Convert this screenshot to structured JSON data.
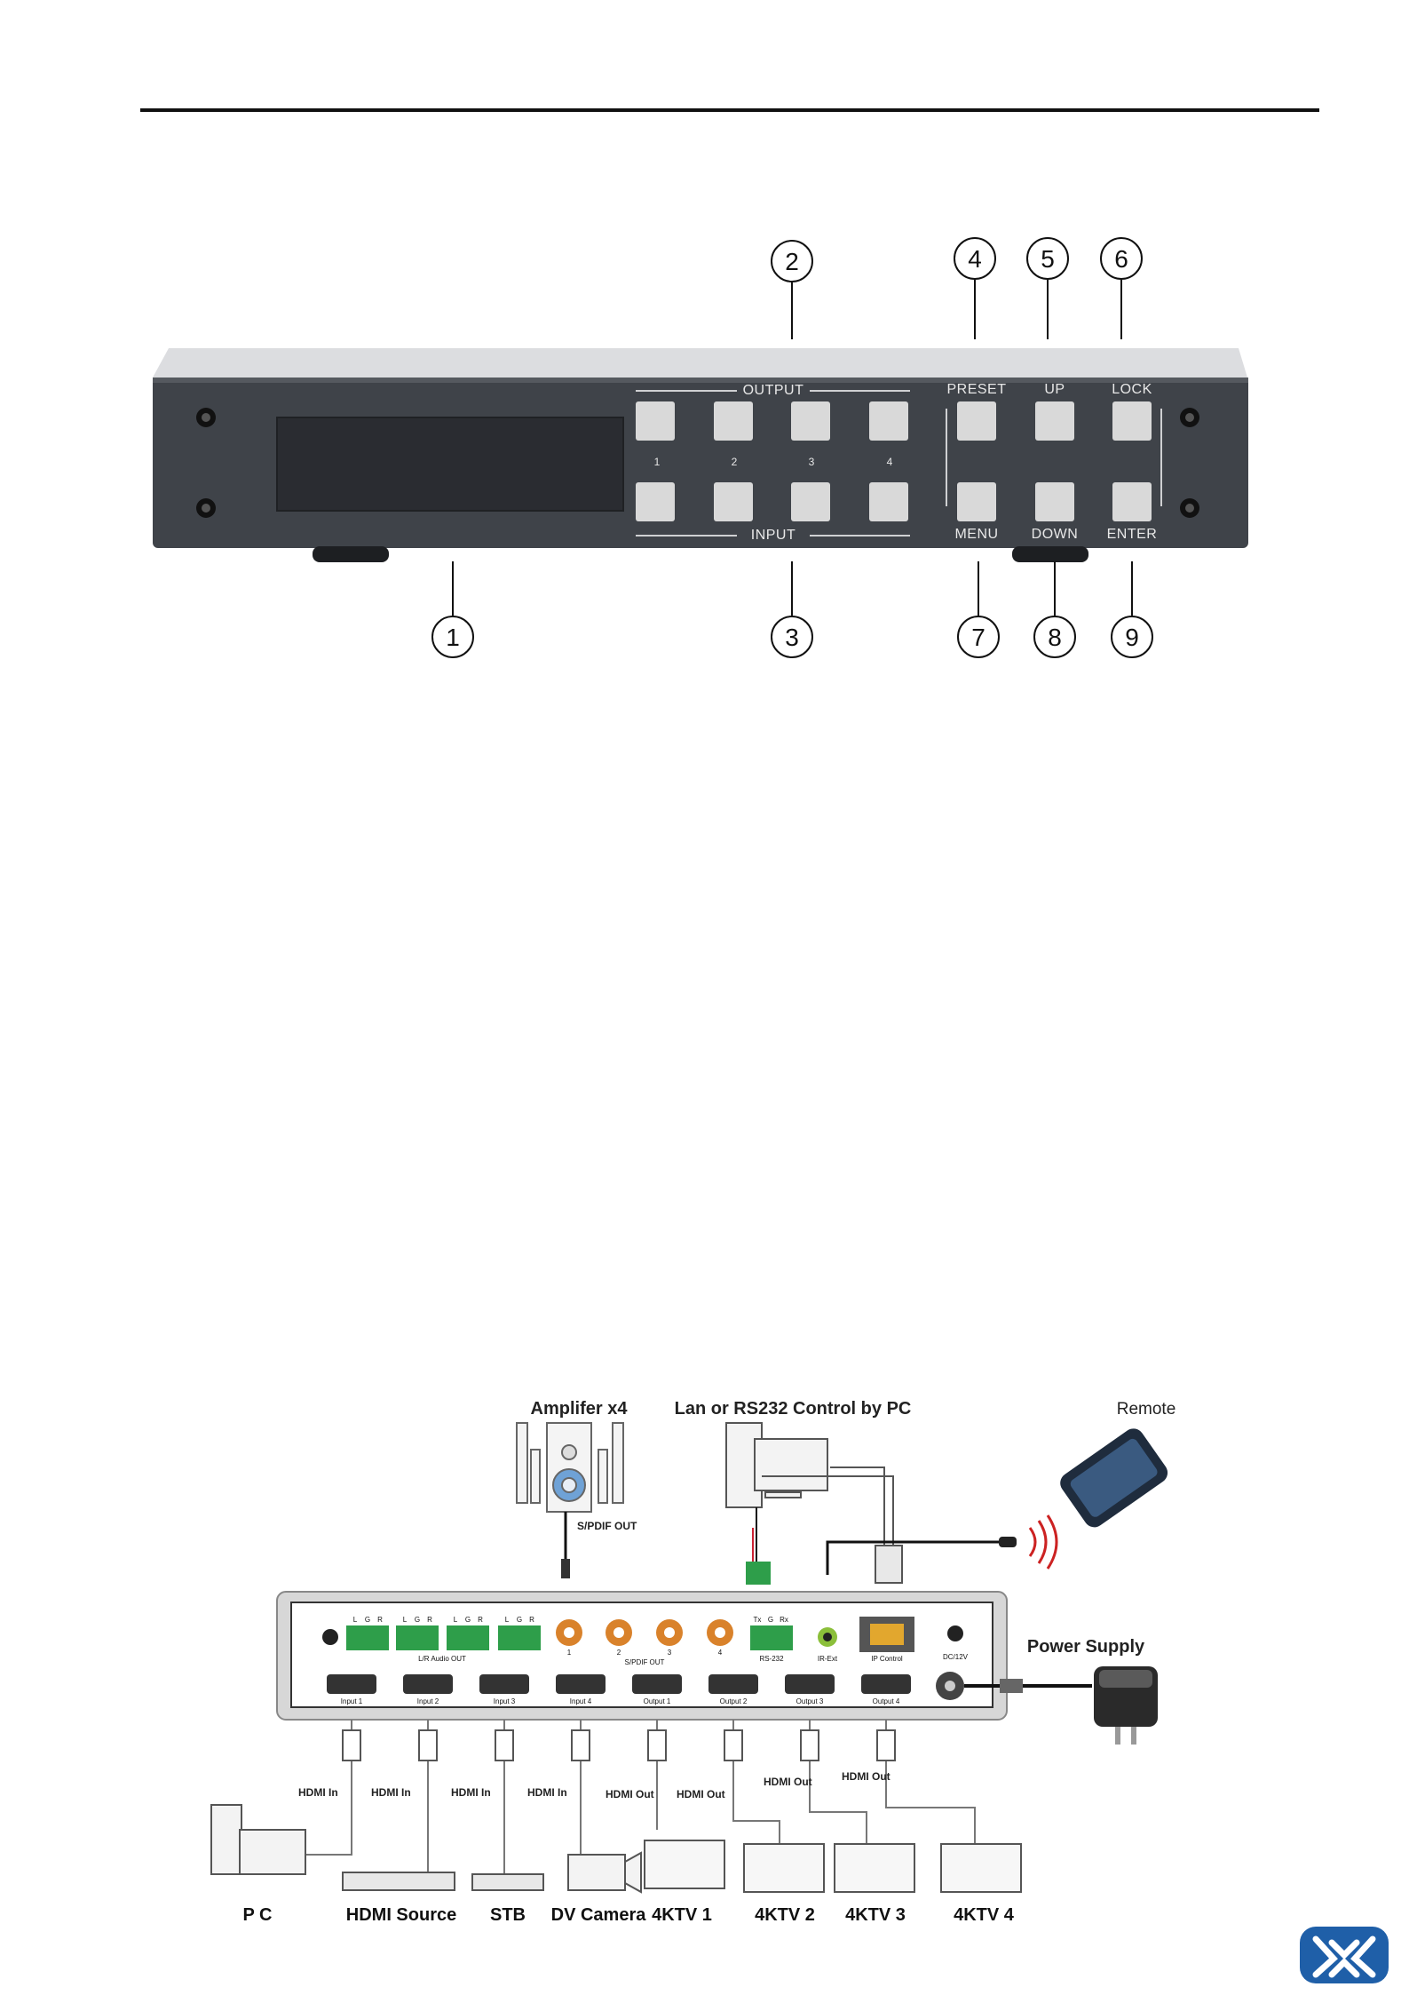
{
  "front_panel": {
    "callouts": [
      "1",
      "2",
      "3",
      "4",
      "5",
      "6",
      "7",
      "8",
      "9"
    ],
    "labels": {
      "output": "OUTPUT",
      "input": "INPUT",
      "preset": "PRESET",
      "up": "UP",
      "lock": "LOCK",
      "menu": "MENU",
      "down": "DOWN",
      "enter": "ENTER"
    },
    "output_numbers": [
      "1",
      "2",
      "3",
      "4"
    ]
  },
  "connection_diagram": {
    "top_labels": {
      "amplifier": "Amplifer x4",
      "control": "Lan or RS232 Control by PC",
      "remote": "Remote",
      "spdif_out": "S/PDIF OUT",
      "power_supply": "Power Supply"
    },
    "cable_labels": [
      "HDMI In",
      "HDMI In",
      "HDMI In",
      "HDMI In",
      "HDMI Out",
      "HDMI Out",
      "HDMI Out",
      "HDMI Out"
    ],
    "bottom_labels": [
      "P C",
      "HDMI Source",
      "STB",
      "DV Camera",
      "4KTV 1",
      "4KTV 2",
      "4KTV 3",
      "4KTV 4"
    ],
    "rear_panel": {
      "lgr": [
        "L",
        "G",
        "R"
      ],
      "audio_out": "L/R Audio OUT",
      "spdif_nums": [
        "1",
        "2",
        "3",
        "4"
      ],
      "spdif_out": "S/PDIF OUT",
      "rs232_pins": [
        "Tx",
        "G",
        "Rx"
      ],
      "rs232": "RS-232",
      "ir_ext": "IR-Ext",
      "ip_control": "IP Control",
      "dc": "DC/12V",
      "hdmi_ports": [
        "Input 1",
        "Input 2",
        "Input 3",
        "Input 4",
        "Output 1",
        "Output 2",
        "Output 3",
        "Output 4"
      ]
    }
  },
  "colors": {
    "panel": "#3f4349",
    "button": "#d9d9d9",
    "terminal_green": "#2e9e4a",
    "coax_orange": "#d9822b",
    "logo_blue": "#1f5fa8"
  },
  "logo": {
    "icon": "company-logo-icon"
  }
}
